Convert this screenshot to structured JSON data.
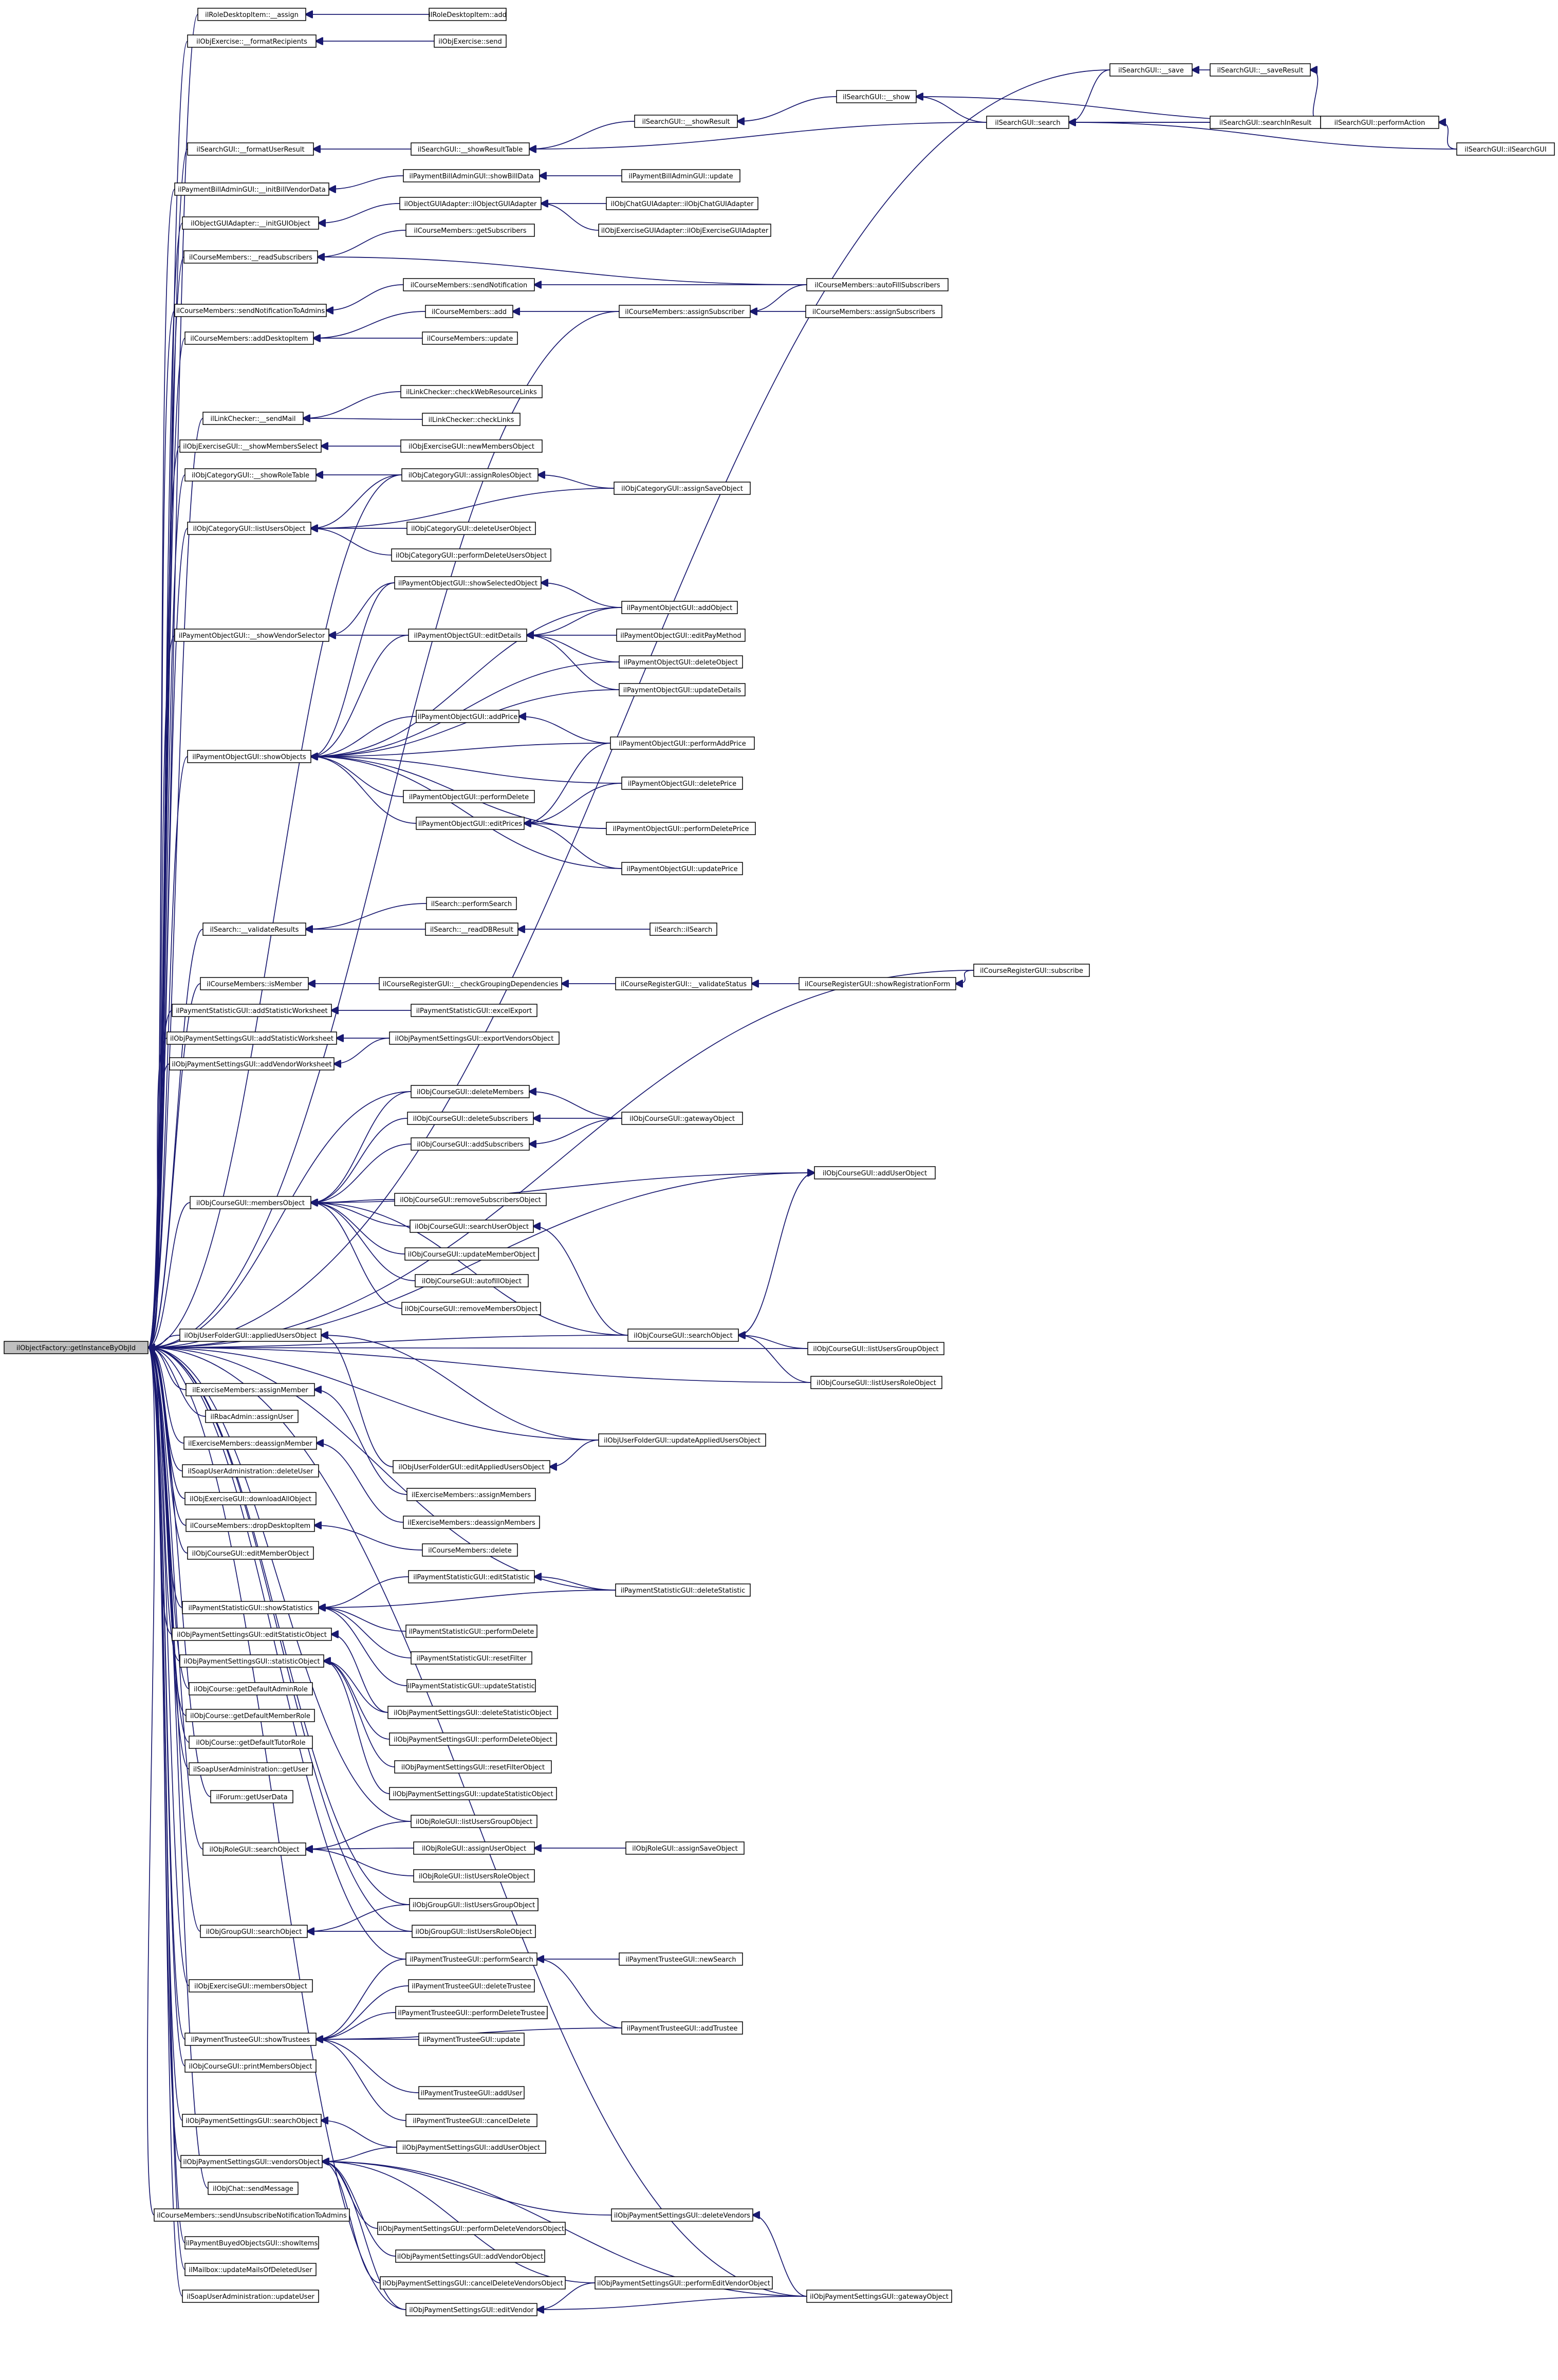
{
  "diagram": {
    "type": "call-graph",
    "root": "ilObjectFactory::getInstanceByObjId",
    "colors": {
      "edge": "#191970",
      "node_border": "#000000",
      "root_fill": "#bfbfbf",
      "node_fill": "#ffffff"
    },
    "nodes": [
      "ilObjectFactory::getInstanceByObjId",
      "ilRoleDesktopItem::__assign",
      "ilRoleDesktopItem::add",
      "ilObjExercise::__formatRecipients",
      "ilObjExercise::send",
      "ilSearchGUI::__formatUserResult",
      "ilSearchGUI::__showResultTable",
      "ilSearchGUI::__showResult",
      "ilSearchGUI::__show",
      "ilSearchGUI::search",
      "ilSearchGUI::__save",
      "ilSearchGUI::__saveResult",
      "ilSearchGUI::searchInResult",
      "ilSearchGUI::performAction",
      "ilSearchGUI::ilSearchGUI",
      "ilPaymentBillAdminGUI::__initBillVendorData",
      "ilPaymentBillAdminGUI::showBillData",
      "ilPaymentBillAdminGUI::update",
      "ilObjectGUIAdapter::__initGUIObject",
      "ilObjectGUIAdapter::ilObjectGUIAdapter",
      "ilObjChatGUIAdapter::ilObjChatGUIAdapter",
      "ilObjExerciseGUIAdapter::ilObjExerciseGUIAdapter",
      "ilCourseMembers::__readSubscribers",
      "ilCourseMembers::getSubscribers",
      "ilCourseMembers::autoFillSubscribers",
      "ilCourseMembers::sendNotificationToAdmins",
      "ilCourseMembers::sendNotification",
      "ilCourseMembers::addDesktopItem",
      "ilCourseMembers::add",
      "ilCourseMembers::update",
      "ilCourseMembers::assignSubscriber",
      "ilCourseMembers::assignSubscribers",
      "ilLinkChecker::__sendMail",
      "ilLinkChecker::checkWebResourceLinks",
      "ilLinkChecker::checkLinks",
      "ilObjExerciseGUI::__showMembersSelect",
      "ilObjExerciseGUI::newMembersObject",
      "ilObjCategoryGUI::__showRoleTable",
      "ilObjCategoryGUI::assignRolesObject",
      "ilObjCategoryGUI::assignSaveObject",
      "ilObjCategoryGUI::listUsersObject",
      "ilObjCategoryGUI::deleteUserObject",
      "ilObjCategoryGUI::performDeleteUsersObject",
      "ilPaymentObjectGUI::__showVendorSelector",
      "ilPaymentObjectGUI::showSelectedObject",
      "ilPaymentObjectGUI::editDetails",
      "ilPaymentObjectGUI::addObject",
      "ilPaymentObjectGUI::editPayMethod",
      "ilPaymentObjectGUI::deleteObject",
      "ilPaymentObjectGUI::updateDetails",
      "ilPaymentObjectGUI::showObjects",
      "ilPaymentObjectGUI::addPrice",
      "ilPaymentObjectGUI::performAddPrice",
      "ilPaymentObjectGUI::performDelete",
      "ilPaymentObjectGUI::deletePrice",
      "ilPaymentObjectGUI::editPrices",
      "ilPaymentObjectGUI::performDeletePrice",
      "ilPaymentObjectGUI::updatePrice",
      "ilSearch::__validateResults",
      "ilSearch::performSearch",
      "ilSearch::__readDBResult",
      "ilSearch::ilSearch",
      "ilCourseMembers::isMember",
      "ilCourseRegisterGUI::__checkGroupingDependencies",
      "ilCourseRegisterGUI::__validateStatus",
      "ilCourseRegisterGUI::showRegistrationForm",
      "ilCourseRegisterGUI::subscribe",
      "ilPaymentStatisticGUI::addStatisticWorksheet",
      "ilPaymentStatisticGUI::excelExport",
      "ilObjPaymentSettingsGUI::addStatisticWorksheet",
      "ilObjPaymentSettingsGUI::exportVendorsObject",
      "ilObjPaymentSettingsGUI::addVendorWorksheet",
      "ilObjCourseGUI::deleteMembers",
      "ilObjCourseGUI::deleteSubscribers",
      "ilObjCourseGUI::gatewayObject",
      "ilObjCourseGUI::addSubscribers",
      "ilObjCourseGUI::addUserObject",
      "ilObjCourseGUI::membersObject",
      "ilObjCourseGUI::removeSubscribersObject",
      "ilObjCourseGUI::searchUserObject",
      "ilObjCourseGUI::updateMemberObject",
      "ilObjCourseGUI::autofillObject",
      "ilObjCourseGUI::removeMembersObject",
      "ilObjCourseGUI::searchObject",
      "ilObjCourseGUI::listUsersGroupObject",
      "ilObjCourseGUI::listUsersRoleObject",
      "ilObjUserFolderGUI::appliedUsersObject",
      "ilObjUserFolderGUI::updateAppliedUsersObject",
      "ilObjUserFolderGUI::editAppliedUsersObject",
      "ilExerciseMembers::assignMember",
      "ilRbacAdmin::assignUser",
      "ilExerciseMembers::deassignMember",
      "ilExerciseMembers::assignMembers",
      "ilExerciseMembers::deassignMembers",
      "ilSoapUserAdministration::deleteUser",
      "ilObjExerciseGUI::downloadAllObject",
      "ilCourseMembers::dropDesktopItem",
      "ilCourseMembers::delete",
      "ilObjCourseGUI::editMemberObject",
      "ilPaymentStatisticGUI::editStatistic",
      "ilPaymentStatisticGUI::deleteStatistic",
      "ilPaymentStatisticGUI::showStatistics",
      "ilPaymentStatisticGUI::performDelete",
      "ilPaymentStatisticGUI::resetFilter",
      "ilPaymentStatisticGUI::updateStatistic",
      "ilObjPaymentSettingsGUI::editStatisticObject",
      "ilObjPaymentSettingsGUI::statisticObject",
      "ilObjPaymentSettingsGUI::deleteStatisticObject",
      "ilObjPaymentSettingsGUI::performDeleteObject",
      "ilObjPaymentSettingsGUI::resetFilterObject",
      "ilObjPaymentSettingsGUI::updateStatisticObject",
      "ilObjCourse::getDefaultAdminRole",
      "ilObjCourse::getDefaultMemberRole",
      "ilObjCourse::getDefaultTutorRole",
      "ilSoapUserAdministration::getUser",
      "ilForum::getUserData",
      "ilObjRoleGUI::listUsersGroupObject",
      "ilObjRoleGUI::searchObject",
      "ilObjRoleGUI::assignUserObject",
      "ilObjRoleGUI::assignSaveObject",
      "ilObjRoleGUI::listUsersRoleObject",
      "ilObjGroupGUI::listUsersGroupObject",
      "ilObjGroupGUI::searchObject",
      "ilObjGroupGUI::listUsersRoleObject",
      "ilObjExerciseGUI::membersObject",
      "ilPaymentTrusteeGUI::performSearch",
      "ilPaymentTrusteeGUI::newSearch",
      "ilPaymentTrusteeGUI::deleteTrustee",
      "ilPaymentTrusteeGUI::performDeleteTrustee",
      "ilPaymentTrusteeGUI::showTrustees",
      "ilPaymentTrusteeGUI::update",
      "ilPaymentTrusteeGUI::addTrustee",
      "ilObjCourseGUI::printMembersObject",
      "ilPaymentTrusteeGUI::addUser",
      "ilPaymentTrusteeGUI::cancelDelete",
      "ilObjPaymentSettingsGUI::searchObject",
      "ilObjPaymentSettingsGUI::addUserObject",
      "ilObjPaymentSettingsGUI::vendorsObject",
      "ilObjChat::sendMessage",
      "ilObjPaymentSettingsGUI::deleteVendors",
      "ilCourseMembers::sendUnsubscribeNotificationToAdmins",
      "ilObjPaymentSettingsGUI::performDeleteVendorsObject",
      "ilPaymentBuyedObjectsGUI::showItems",
      "ilObjPaymentSettingsGUI::addVendorObject",
      "ilMailbox::updateMailsOfDeletedUser",
      "ilObjPaymentSettingsGUI::cancelDeleteVendorsObject",
      "ilObjPaymentSettingsGUI::performEditVendorObject",
      "ilObjPaymentSettingsGUI::gatewayObject",
      "ilSoapUserAdministration::updateUser",
      "ilObjPaymentSettingsGUI::editVendor"
    ]
  }
}
